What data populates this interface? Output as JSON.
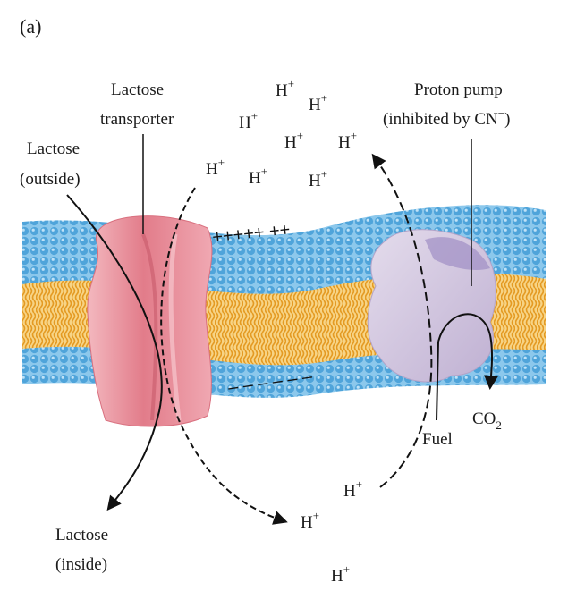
{
  "panel_label": "(a)",
  "labels": {
    "lactose_transporter_line1": "Lactose",
    "lactose_transporter_line2": "transporter",
    "lactose_outside_line1": "Lactose",
    "lactose_outside_line2": "(outside)",
    "lactose_inside_line1": "Lactose",
    "lactose_inside_line2": "(inside)",
    "proton_pump_line1": "Proton pump",
    "proton_pump_line2": "(inhibited by CN",
    "proton_pump_sup": "−",
    "proton_pump_close": ")",
    "fuel": "Fuel",
    "co2_main": "CO",
    "co2_sub": "2"
  },
  "proton": {
    "symbol": "H",
    "charge": "+"
  },
  "charges": {
    "positive": "+++++ ++",
    "negative": "– – – – – –"
  },
  "colors": {
    "head_blue": "#5aaee0",
    "tail_yellow": "#f2b43c",
    "transporter_pink": "#e6808e",
    "pump_lavender": "#cfc3dd"
  }
}
